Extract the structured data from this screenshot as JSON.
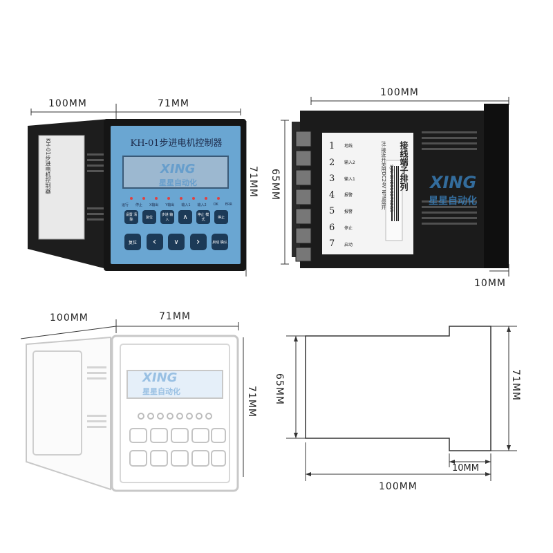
{
  "colors": {
    "panel_blue": "#6aa6d2",
    "housing": "#1e1e1e",
    "button_dark": "#1c3a57",
    "lcd": "#9cb8d0",
    "watermark": "#3c88c8",
    "outline_gray": "#c8c8c8"
  },
  "watermark": {
    "brand": "XING",
    "cn": "星星自动化"
  },
  "front_view": {
    "dim_depth": "100MM",
    "dim_width": "71MM",
    "dim_height": "71MM",
    "panel_title": "KH-01步进电机控制器",
    "led_labels": [
      "运行",
      "停止",
      "X输出",
      "Y输出",
      "输入1",
      "输入2",
      "OK",
      "ERR"
    ],
    "buttons_row1": [
      {
        "label": "设置 清除",
        "icon": "none"
      },
      {
        "label": "复位",
        "icon": "none"
      },
      {
        "label": "步进 输入",
        "icon": "none"
      },
      {
        "label": "",
        "icon": "up-arrow"
      },
      {
        "label": "停止 模式",
        "icon": "none"
      },
      {
        "label": "停止",
        "icon": "none"
      }
    ],
    "buttons_row2": [
      {
        "label": "复位",
        "icon": "none"
      },
      {
        "label": "",
        "icon": "left-arrow"
      },
      {
        "label": "",
        "icon": "down-arrow"
      },
      {
        "label": "",
        "icon": "right-arrow"
      },
      {
        "label": "启动 确认",
        "icon": "none"
      }
    ],
    "side_label": "KH-01步进电机控制器"
  },
  "back_view": {
    "dim_length": "100MM",
    "dim_height": "65MM",
    "dim_bezel": "10MM",
    "label_title": "接线端子排列",
    "label_note": "注:接近开关用DC24V NPN常开",
    "terminal_numbers": [
      "1",
      "2",
      "3",
      "4",
      "5",
      "6",
      "7"
    ],
    "terminal_names": [
      "地线",
      "输入2",
      "输入1",
      "报警",
      "报警",
      "停止",
      "启动"
    ],
    "serial": "S/N:KH2019070085"
  },
  "front_outline": {
    "dim_depth": "100MM",
    "dim_width": "71MM",
    "dim_height": "71MM"
  },
  "side_outline": {
    "dim_height_left": "65MM",
    "dim_height_right": "71MM",
    "dim_length": "100MM",
    "dim_bezel": "10MM"
  }
}
